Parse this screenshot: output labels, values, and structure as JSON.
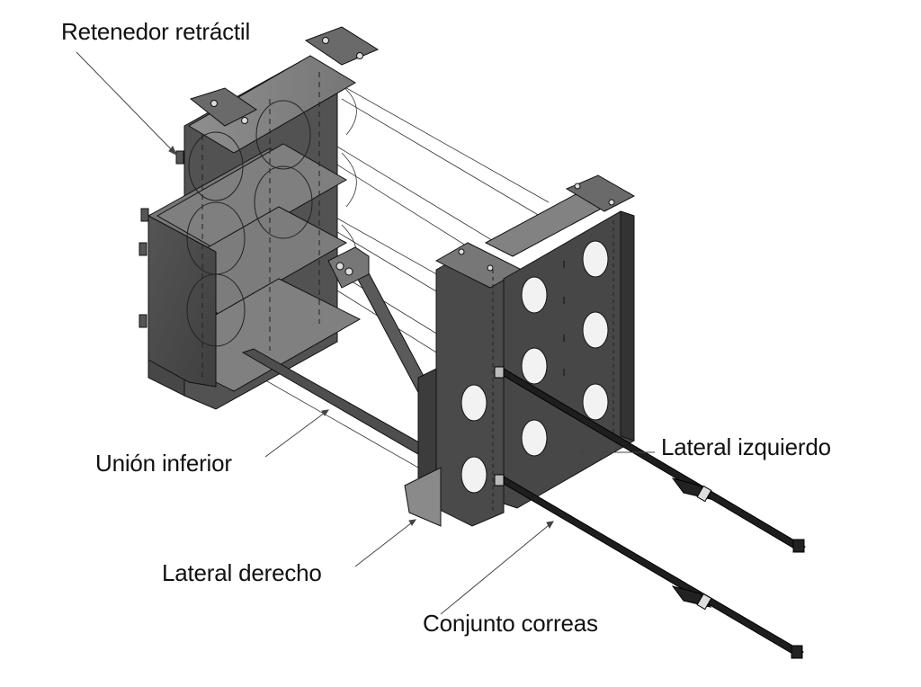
{
  "figure": {
    "subject": "Isometric exploded assembly of a retractable retainer frame with straps",
    "colors": {
      "background": "#ffffff",
      "panel_face": "#4a4a4a",
      "panel_top": "#8a8a8a",
      "panel_side": "#5e5e5e",
      "shelf": "#7c7c7c",
      "strap": "#1e1e1e",
      "hole": "#f2f2f2",
      "leader_line": "#444444",
      "label_text": "#111111"
    }
  },
  "callouts": [
    {
      "id": "retenedor",
      "label": "Retenedor retráctil",
      "part": "retractable-retainer"
    },
    {
      "id": "union",
      "label": "Unión inferior",
      "part": "lower-joint"
    },
    {
      "id": "lat_izq",
      "label": "Lateral izquierdo",
      "part": "left-side-panel"
    },
    {
      "id": "lat_der",
      "label": "Lateral derecho",
      "part": "right-side-panel"
    },
    {
      "id": "correas",
      "label": "Conjunto correas",
      "part": "strap-assembly"
    }
  ]
}
